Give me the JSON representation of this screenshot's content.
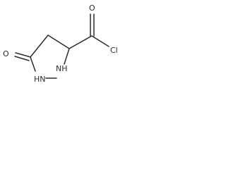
{
  "molecule": {
    "atoms": {
      "carbonyl_oxygen_ring": "O",
      "nh_lower": "HN",
      "nh_upper": "NH",
      "carbonyl_oxygen_acid": "O",
      "chlorine": "Cl"
    },
    "colors": {
      "ink": "#2b2b2b",
      "background": "#ffffff"
    }
  }
}
